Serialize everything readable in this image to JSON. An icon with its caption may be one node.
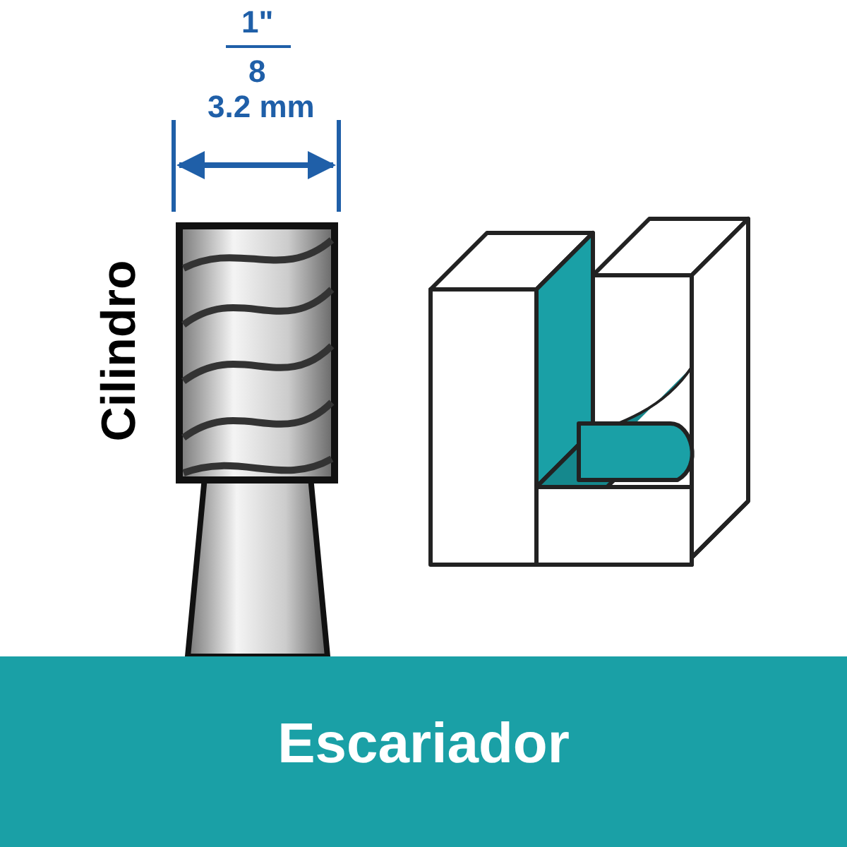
{
  "diagram": {
    "labels": [
      "1\"",
      "8",
      "3.2 mm",
      "Cilindro",
      "Escariador"
    ]
  }
}
